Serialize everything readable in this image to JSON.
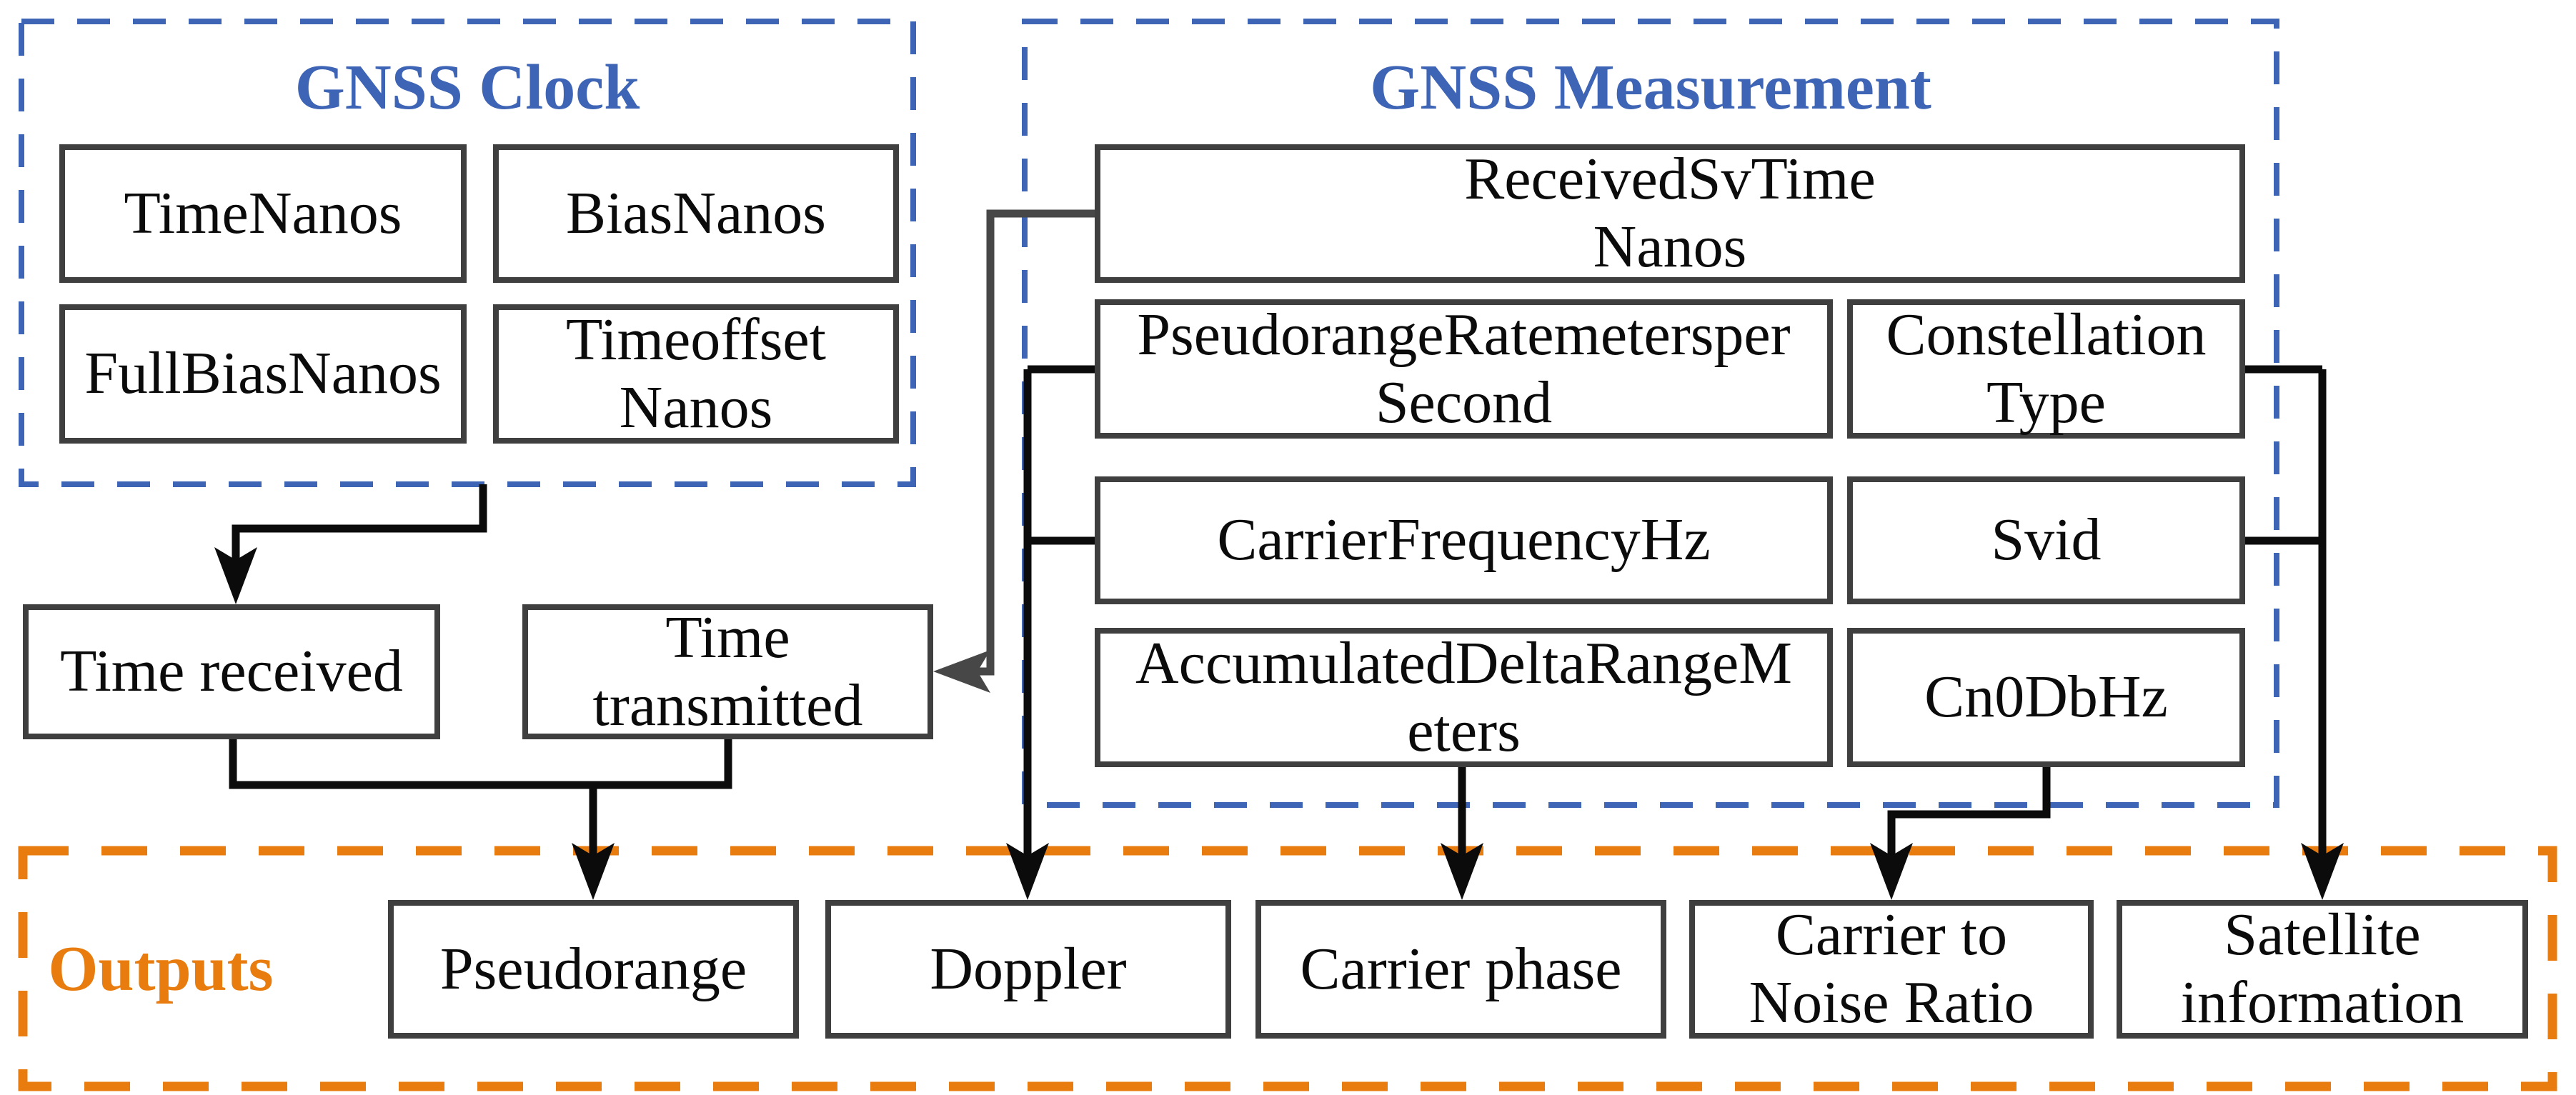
{
  "colors": {
    "group_blue": "#3E64B5",
    "accent_orange": "#E87C0E",
    "box_border_gray": "#3F3F3F",
    "connector_black": "#0B0B0B",
    "connector_gray": "#474747"
  },
  "clock": {
    "title": "GNSS Clock",
    "fields": [
      "TimeNanos",
      "BiasNanos",
      "FullBiasNanos",
      "Timeoffset\nNanos"
    ]
  },
  "measurement": {
    "title": "GNSS Measurement",
    "fields": [
      "ReceivedSvTime\nNanos",
      "PseudorangeRatemetersper\nSecond",
      "Constellation\nType",
      "CarrierFrequencyHz",
      "Svid",
      "AccumulatedDeltaRangeM\neters",
      "Cn0DbHz"
    ]
  },
  "intermediate": {
    "time_received": "Time received",
    "time_transmitted": "Time\ntransmitted"
  },
  "outputs": {
    "title": "Outputs",
    "fields": [
      "Pseudorange",
      "Doppler",
      "Carrier phase",
      "Carrier to\nNoise Ratio",
      "Satellite\ninformation"
    ]
  }
}
